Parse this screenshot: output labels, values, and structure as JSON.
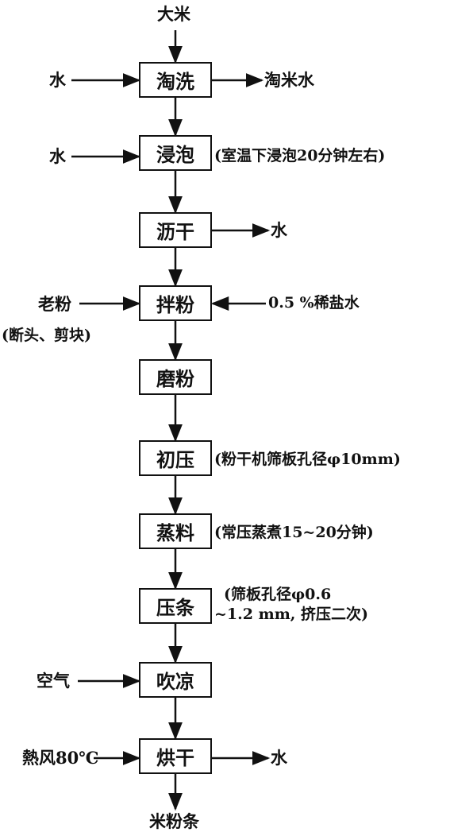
{
  "input": "大米",
  "output": "米粉条",
  "steps": [
    "淘洗",
    "浸泡",
    "沥干",
    "拌粉",
    "磨粉",
    "初压",
    "蒸料",
    "压条",
    "吹凉",
    "烘干"
  ],
  "side_inputs": {
    "wash_water": "水",
    "soak_water": "水",
    "old_powder": "老粉",
    "old_powder_note": "(断头、剪块)",
    "air": "空气",
    "hot_air": "熱风80℃"
  },
  "side_outputs": {
    "wash_out": "淘米水",
    "drain_out": "水",
    "salt_water": "0.5 %稀盐水",
    "dry_out": "水"
  },
  "notes": {
    "soak": "(室温下浸泡20分钟左右)",
    "press": "(粉干机筛板孔径φ10mm)",
    "steam": "(常压蒸煮15~20分钟)",
    "extrude_1": "(筛板孔径φ0.6",
    "extrude_2": "~1.2 mm, 挤压二次)"
  }
}
